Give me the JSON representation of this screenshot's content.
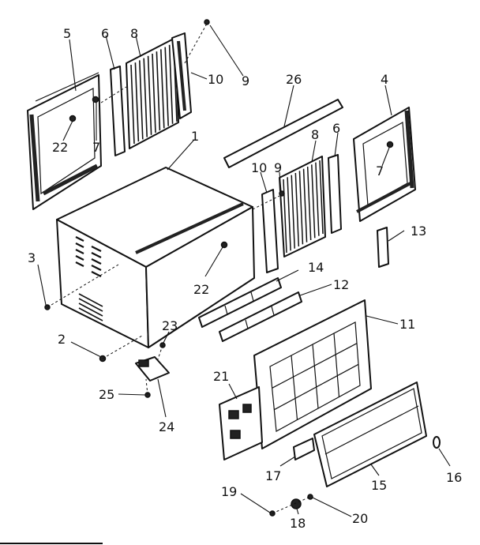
{
  "callouts": {
    "c1": "1",
    "c2": "2",
    "c3": "3",
    "c4": "4",
    "c5": "5",
    "c6a": "6",
    "c6b": "6",
    "c7a": "7",
    "c7b": "7",
    "c8a": "8",
    "c8b": "8",
    "c9a": "9",
    "c9b": "9",
    "c10a": "10",
    "c10b": "10",
    "c11": "11",
    "c12": "12",
    "c13": "13",
    "c14": "14",
    "c15": "15",
    "c16": "16",
    "c17": "17",
    "c18": "18",
    "c19": "19",
    "c20": "20",
    "c21": "21",
    "c22a": "22",
    "c22b": "22",
    "c23": "23",
    "c24": "24",
    "c25": "25",
    "c26": "26"
  }
}
